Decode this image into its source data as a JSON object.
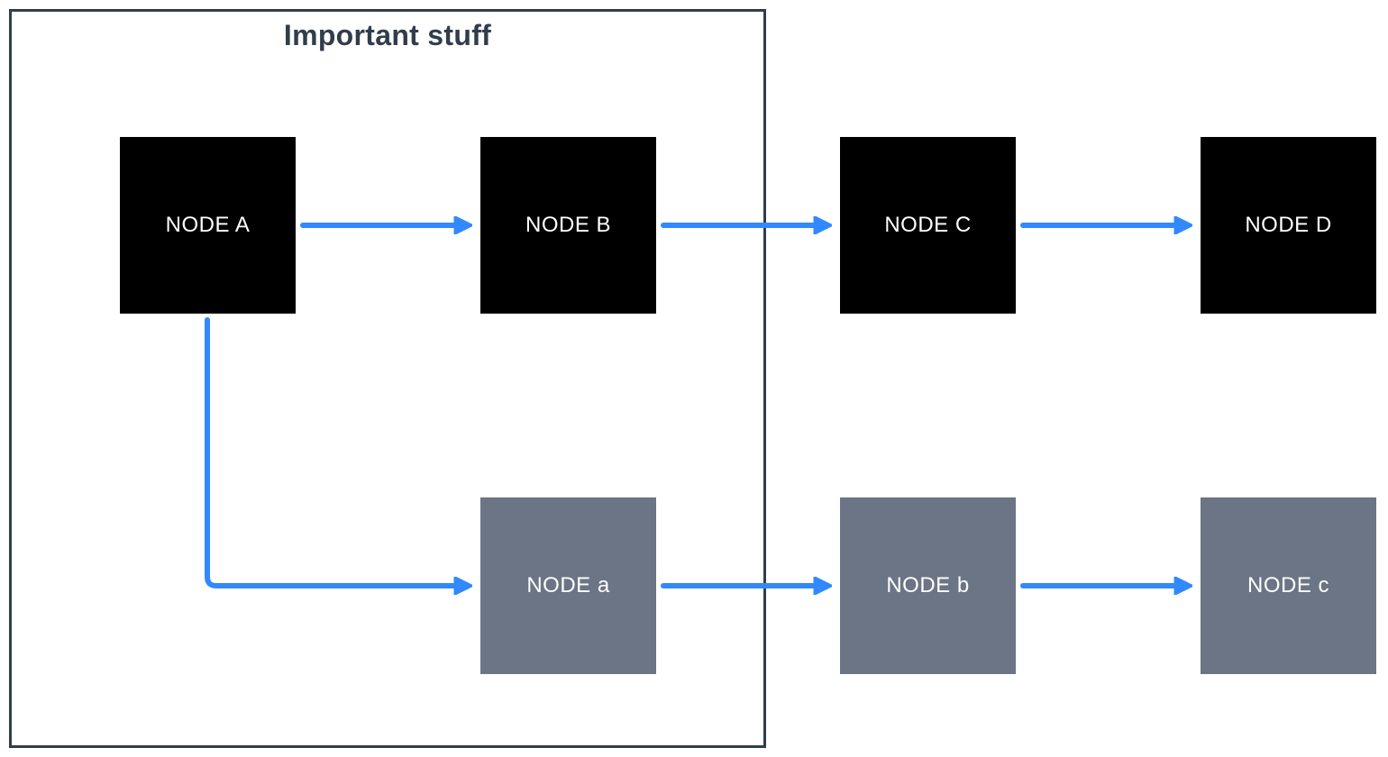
{
  "diagram": {
    "group": {
      "label": "Important stuff",
      "contains": [
        "A",
        "B",
        "a"
      ]
    },
    "nodes": [
      {
        "id": "A",
        "label": "NODE A",
        "fill": "black"
      },
      {
        "id": "B",
        "label": "NODE B",
        "fill": "black"
      },
      {
        "id": "C",
        "label": "NODE C",
        "fill": "black"
      },
      {
        "id": "D",
        "label": "NODE D",
        "fill": "black"
      },
      {
        "id": "a",
        "label": "NODE a",
        "fill": "gray"
      },
      {
        "id": "b",
        "label": "NODE b",
        "fill": "gray"
      },
      {
        "id": "c",
        "label": "NODE c",
        "fill": "gray"
      }
    ],
    "edges": [
      {
        "from": "A",
        "to": "B",
        "shape": "straight"
      },
      {
        "from": "B",
        "to": "C",
        "shape": "straight"
      },
      {
        "from": "C",
        "to": "D",
        "shape": "straight"
      },
      {
        "from": "A",
        "to": "a",
        "shape": "elbow-down-right"
      },
      {
        "from": "a",
        "to": "b",
        "shape": "straight"
      },
      {
        "from": "b",
        "to": "c",
        "shape": "straight"
      }
    ],
    "colors": {
      "background": "#FFFFFF",
      "node_primary": "#000000",
      "node_secondary": "#6B7585",
      "edge": "#3189FD",
      "group_border": "#313D4B",
      "label_text": "#FFFFFF"
    }
  }
}
